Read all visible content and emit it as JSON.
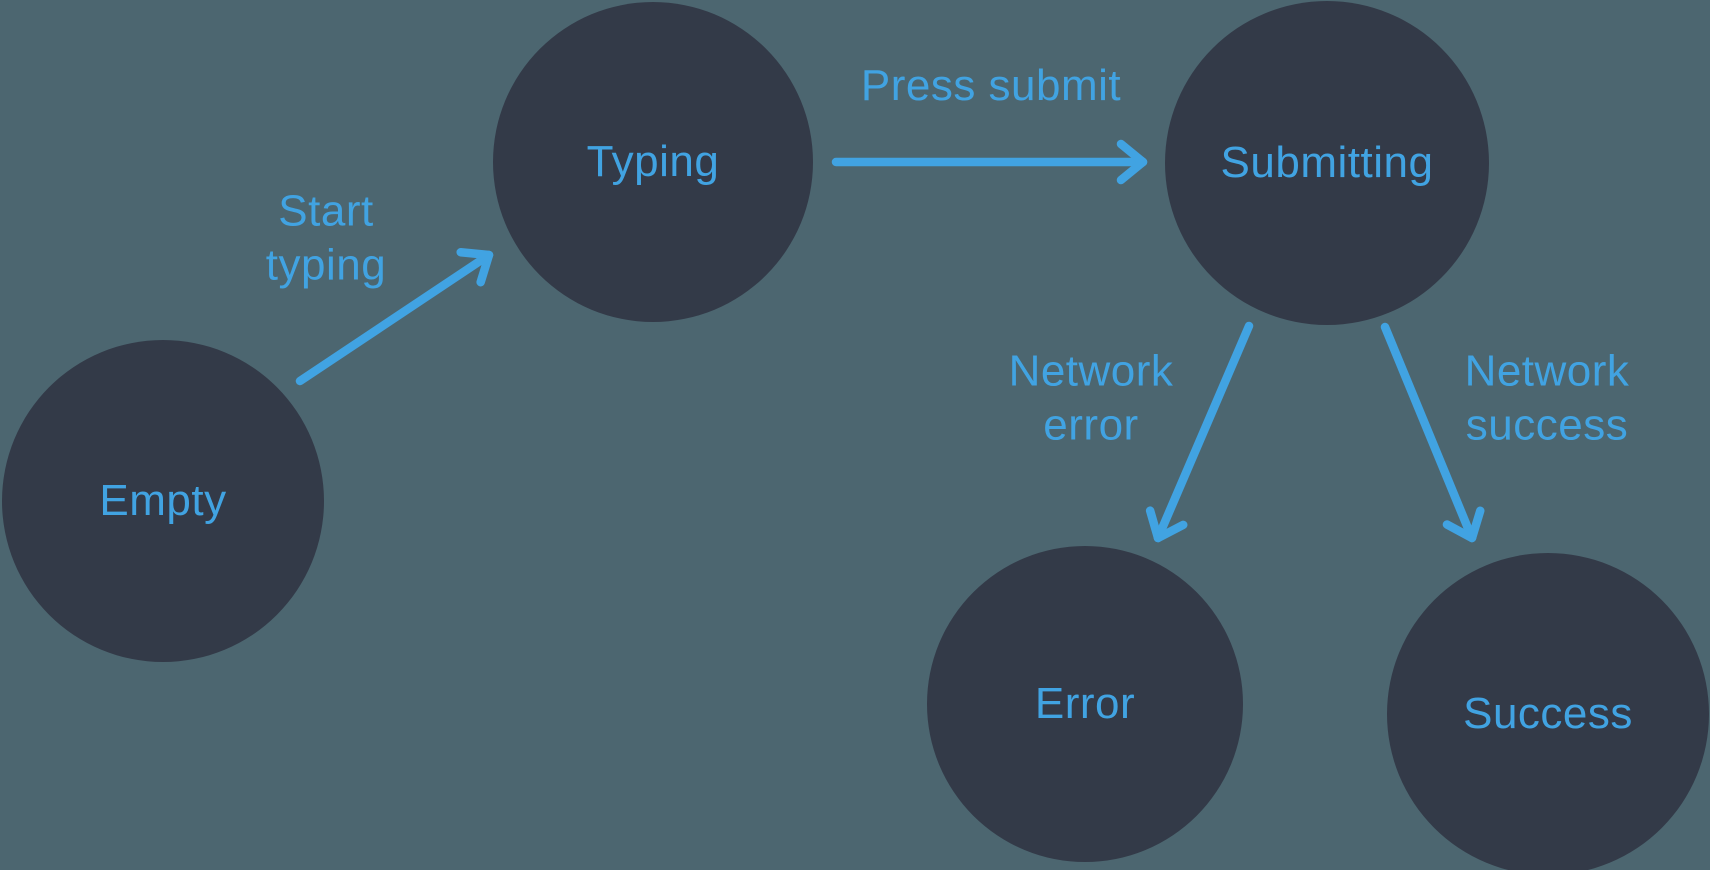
{
  "diagram": {
    "type": "state-machine",
    "colors": {
      "background": "#4c6670",
      "node_fill": "#333a48",
      "accent": "#41a3e2"
    },
    "states": [
      {
        "id": "empty",
        "label": "Empty"
      },
      {
        "id": "typing",
        "label": "Typing"
      },
      {
        "id": "submitting",
        "label": "Submitting"
      },
      {
        "id": "error",
        "label": "Error"
      },
      {
        "id": "success",
        "label": "Success"
      }
    ],
    "transitions": [
      {
        "id": "start-typing",
        "label": "Start typing",
        "from": "Empty",
        "to": "Typing"
      },
      {
        "id": "press-submit",
        "label": "Press submit",
        "from": "Typing",
        "to": "Submitting"
      },
      {
        "id": "network-error",
        "label": "Network error",
        "from": "Submitting",
        "to": "Error"
      },
      {
        "id": "network-success",
        "label": "Network success",
        "from": "Submitting",
        "to": "Success"
      }
    ]
  }
}
